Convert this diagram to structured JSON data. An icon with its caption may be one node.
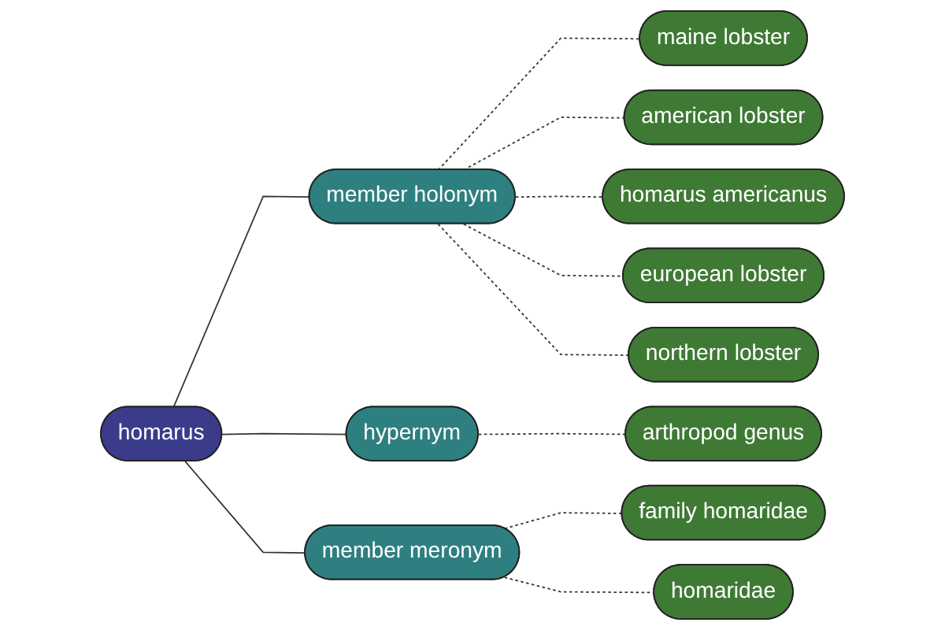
{
  "diagram": {
    "nodes": [
      {
        "text": [
          "homarus"
        ]
      },
      {
        "text": [
          "member holonym"
        ]
      },
      {
        "text": [
          "hypernym"
        ]
      },
      {
        "text": [
          "member meronym"
        ]
      },
      {
        "text": [
          "maine lobster"
        ]
      },
      {
        "text": [
          "american lobster"
        ]
      },
      {
        "text": [
          "homarus americanus"
        ]
      },
      {
        "text": [
          "european lobster"
        ]
      },
      {
        "text": [
          "northern lobster"
        ]
      },
      {
        "text": [
          "arthropod genus"
        ]
      },
      {
        "text": [
          "family homaridae"
        ]
      },
      {
        "text": [
          "homaridae"
        ]
      }
    ],
    "edges": [
      {
        "from": 0,
        "to": 1,
        "arrow": "none"
      },
      {
        "from": 0,
        "to": 2,
        "arrow": "none"
      },
      {
        "from": 0,
        "to": 3,
        "arrow": "none"
      },
      {
        "from": 1,
        "to": 4,
        "arrow": "none",
        "style": "dashed"
      },
      {
        "from": 1,
        "to": 5,
        "arrow": "none",
        "style": "dashed"
      },
      {
        "from": 1,
        "to": 6,
        "arrow": "none",
        "style": "dashed"
      },
      {
        "from": 1,
        "to": 7,
        "arrow": "none",
        "style": "dashed"
      },
      {
        "from": 1,
        "to": 8,
        "arrow": "none",
        "style": "dashed"
      },
      {
        "from": 2,
        "to": 9,
        "arrow": "none",
        "style": "dashed"
      },
      {
        "from": 3,
        "to": 10,
        "arrow": "none",
        "style": "dashed"
      },
      {
        "from": 3,
        "to": 11,
        "arrow": "none",
        "style": "dashed"
      }
    ]
  }
}
